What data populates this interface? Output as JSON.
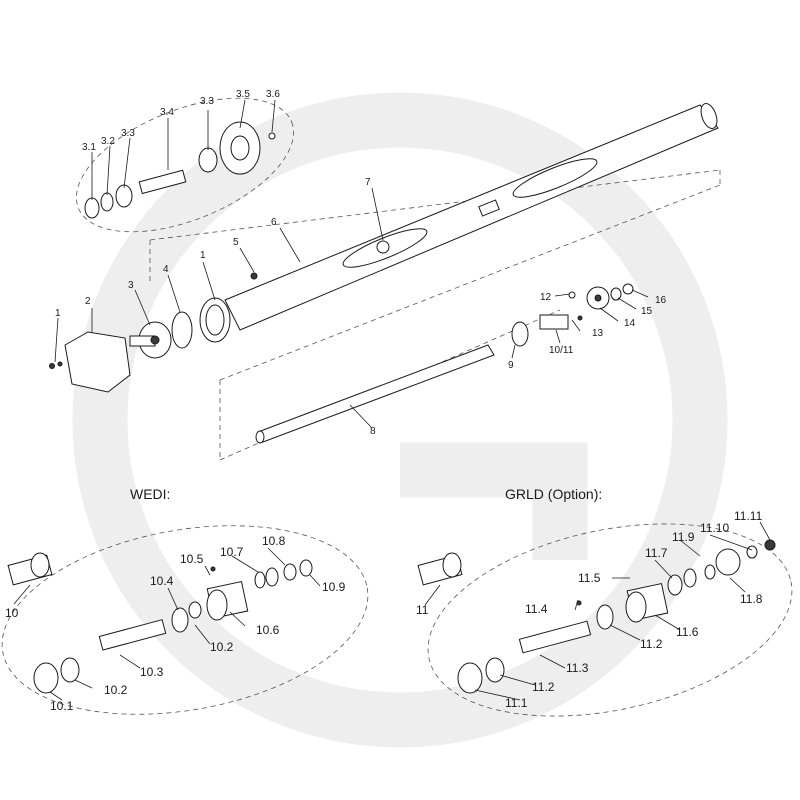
{
  "section_titles": {
    "wedi": "WEDI:",
    "grld": "GRLD (Option):"
  },
  "callouts": {
    "c1": "1",
    "c2": "2",
    "c3": "3",
    "c3_1": "3.1",
    "c3_2": "3.2",
    "c3_3a": "3.3",
    "c3_3b": "3.3",
    "c3_4": "3.4",
    "c3_5": "3.5",
    "c3_6": "3.6",
    "c4": "4",
    "c1b": "1",
    "c5": "5",
    "c6": "6",
    "c7": "7",
    "c8": "8",
    "c9": "9",
    "c10_11": "10/11",
    "c12": "12",
    "c13": "13",
    "c14": "14",
    "c15": "15",
    "c16": "16",
    "c10": "10",
    "c10_1": "10.1",
    "c10_2a": "10.2",
    "c10_3": "10.3",
    "c10_4": "10.4",
    "c10_5": "10.5",
    "c10_7": "10.7",
    "c10_8": "10.8",
    "c10_9": "10.9",
    "c10_2b": "10.2",
    "c10_6": "10.6",
    "c11": "11",
    "c11_1": "11.1",
    "c11_2a": "11.2",
    "c11_3": "11.3",
    "c11_4": "11.4",
    "c11_5": "11.5",
    "c11_2b": "11.2",
    "c11_6": "11.6",
    "c11_7": "11.7",
    "c11_9": "11.9",
    "c11_10": "11.10",
    "c11_11": "11.11",
    "c11_8": "11.8"
  }
}
